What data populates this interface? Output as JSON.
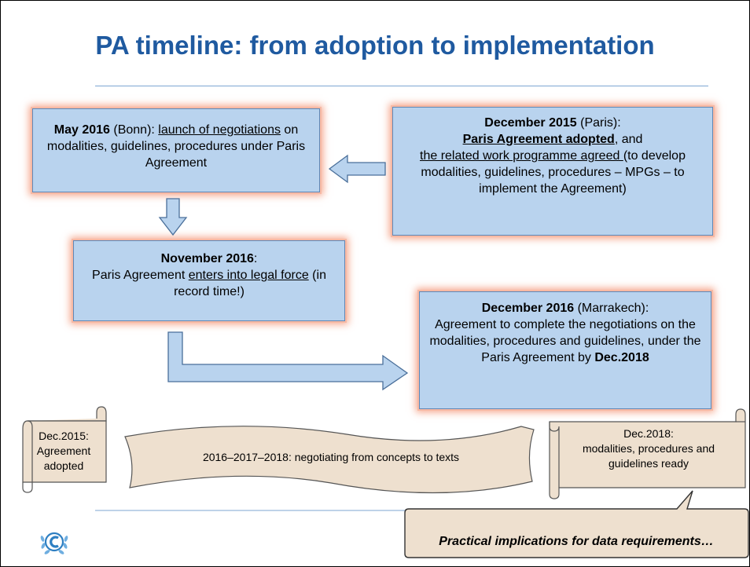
{
  "slide": {
    "title": "PA timeline: from adoption to implementation"
  },
  "boxes": {
    "may2016": {
      "date": "May 2016",
      "place": " (Bonn): ",
      "link": "launch of negotiations",
      "rest": " on modalities, guidelines, procedures under Paris Agreement"
    },
    "dec2015": {
      "date": "December 2015",
      "place": " (Paris):",
      "link1": "Paris Agreement adopted",
      "mid": ", and",
      "link2": "the related work programme agreed ",
      "rest": "(to develop modalities, guidelines, procedures – MPGs – to implement the Agreement)"
    },
    "nov2016": {
      "date": "November 2016",
      "colon": ":",
      "pre": "Paris Agreement ",
      "link": "enters into legal force",
      "rest": " (in record time!)"
    },
    "dec2016": {
      "date": "December 2016",
      "place": " (Marrakech):",
      "body": "Agreement to complete the negotiations on the modalities, procedures and guidelines, under the Paris Agreement by ",
      "deadline": "Dec.2018"
    }
  },
  "scrolls": {
    "left": "Dec.2015: Agreement adopted",
    "middle": "2016–2017–2018: negotiating from concepts to texts",
    "right_line1": "Dec.2018:",
    "right_line2": "modalities, procedures and guidelines ready"
  },
  "callout": "Practical implications for data requirements…",
  "colors": {
    "title": "#1f5aa0",
    "box_fill": "#b9d3ee",
    "box_glow": "#f0784f",
    "arrow_fill": "#b9d3ee",
    "scroll_fill": "#eee0cf"
  },
  "icons": {
    "logo": "unfccc-logo"
  }
}
